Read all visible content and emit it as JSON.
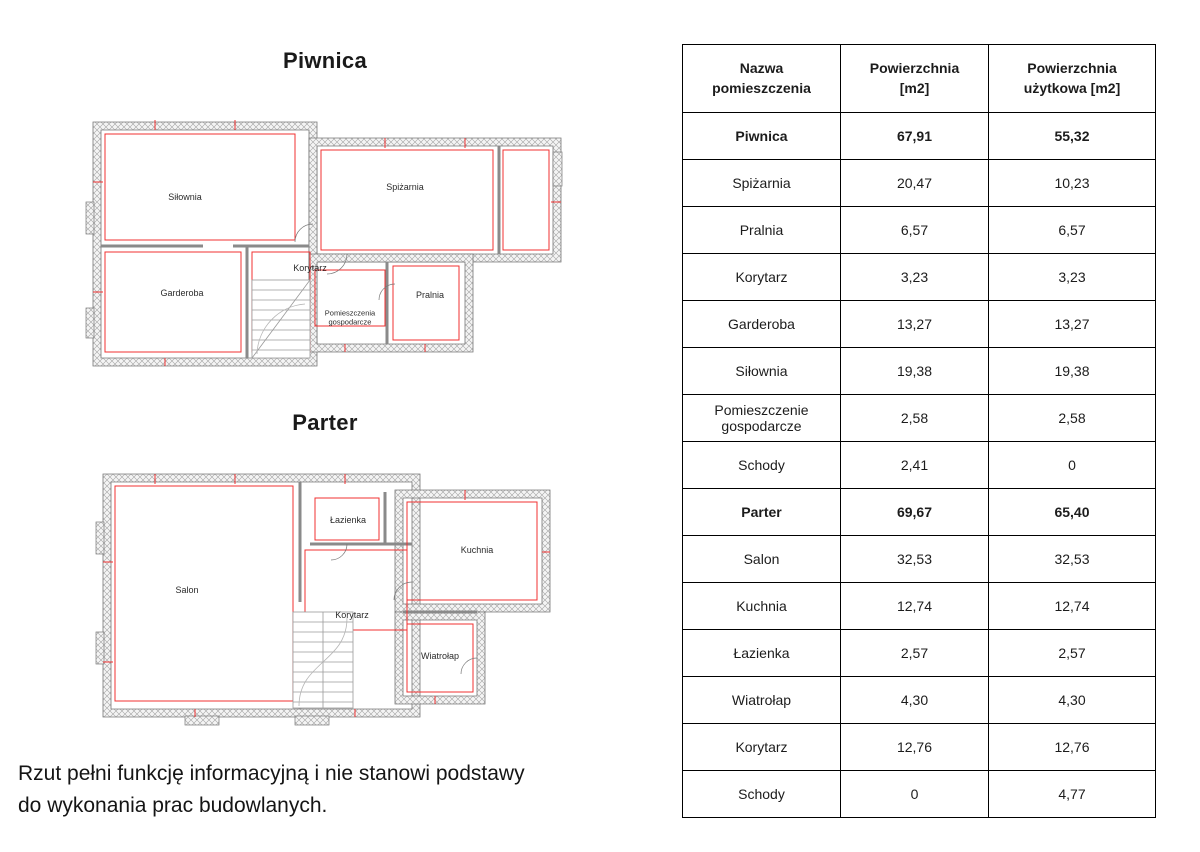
{
  "page": {
    "disclaimer": "Rzut pełni funkcję informacyjną i nie stanowi podstawy\ndo wykonania prac budowlanych."
  },
  "colors": {
    "plan_line_red": "#f03030",
    "wall_gray": "#8a8a8a",
    "table_border": "#000000"
  },
  "plans": {
    "piwnica": {
      "title": "Piwnica",
      "rooms": {
        "silownia": "Siłownia",
        "spizarnia": "Spiżarnia",
        "garderoba": "Garderoba",
        "korytarz": "Korytarz",
        "pralnia": "Pralnia",
        "pom_gosp": "Pomieszczenia gospodarcze"
      }
    },
    "parter": {
      "title": "Parter",
      "rooms": {
        "salon": "Salon",
        "lazienka": "Łazienka",
        "kuchnia": "Kuchnia",
        "korytarz": "Korytarz",
        "wiatrolap": "Wiatrołap"
      }
    }
  },
  "table": {
    "headers": [
      "Nazwa\npomieszczenia",
      "Powierzchnia\n[m2]",
      "Powierzchnia\nużytkowa [m2]"
    ],
    "rows": [
      {
        "name": "Piwnica",
        "area": "67,91",
        "usable": "55,32"
      },
      {
        "name": "Spiżarnia",
        "area": "20,47",
        "usable": "10,23"
      },
      {
        "name": "Pralnia",
        "area": "6,57",
        "usable": "6,57"
      },
      {
        "name": "Korytarz",
        "area": "3,23",
        "usable": "3,23"
      },
      {
        "name": "Garderoba",
        "area": "13,27",
        "usable": "13,27"
      },
      {
        "name": "Siłownia",
        "area": "19,38",
        "usable": "19,38"
      },
      {
        "name": "Pomieszczenie gospodarcze",
        "area": "2,58",
        "usable": "2,58"
      },
      {
        "name": "Schody",
        "area": "2,41",
        "usable": "0"
      },
      {
        "name": "Parter",
        "area": "69,67",
        "usable": "65,40"
      },
      {
        "name": "Salon",
        "area": "32,53",
        "usable": "32,53"
      },
      {
        "name": "Kuchnia",
        "area": "12,74",
        "usable": "12,74"
      },
      {
        "name": "Łazienka",
        "area": "2,57",
        "usable": "2,57"
      },
      {
        "name": "Wiatrołap",
        "area": "4,30",
        "usable": "4,30"
      },
      {
        "name": "Korytarz",
        "area": "12,76",
        "usable": "12,76"
      },
      {
        "name": "Schody",
        "area": "0",
        "usable": "4,77"
      }
    ]
  }
}
